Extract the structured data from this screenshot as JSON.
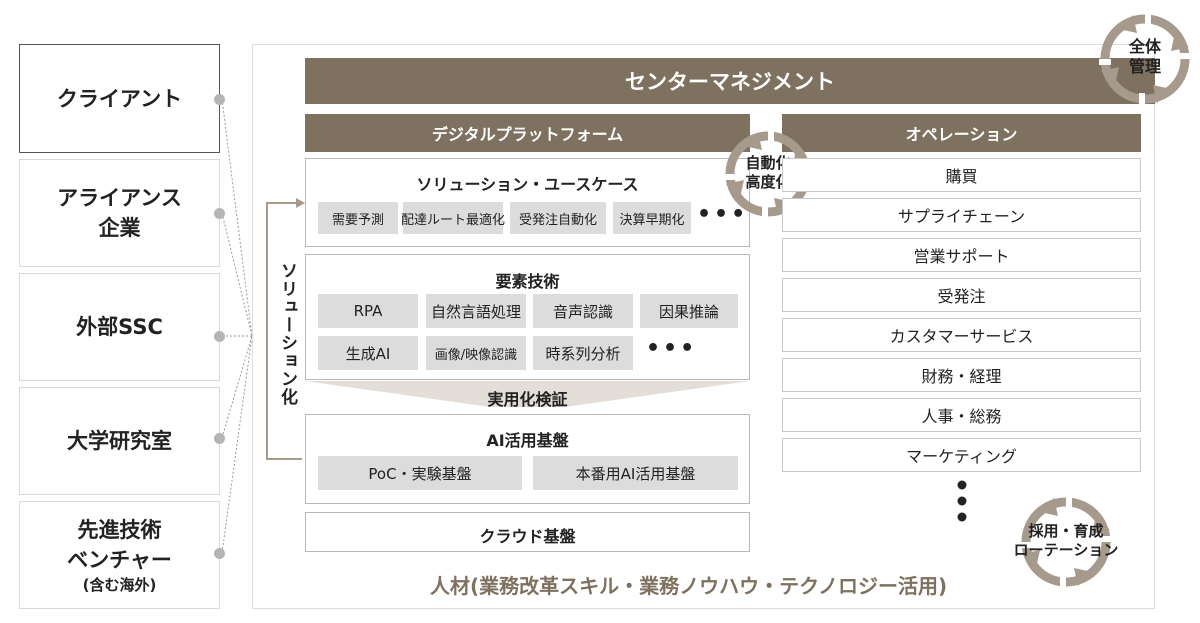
{
  "left_entities": [
    {
      "label": "クライアント",
      "sub": ""
    },
    {
      "label": "アライアンス\n企業",
      "sub": ""
    },
    {
      "label": "外部SSC",
      "sub": ""
    },
    {
      "label": "大学研究室",
      "sub": ""
    },
    {
      "label": "先進技術\nベンチャー",
      "sub": "(含む海外)"
    }
  ],
  "center_management": "センターマネジメント",
  "overall_management": "全体\n管理",
  "digital_platform": {
    "header": "デジタルプラットフォーム",
    "solutions": {
      "title": "ソリューション・ユースケース",
      "items": [
        "需要予測",
        "配達ルート最適化",
        "受発注自動化",
        "決算早期化"
      ],
      "more": "•••"
    },
    "automation_cycle": "自動化\n高度化",
    "elements": {
      "title": "要素技術",
      "items": [
        "RPA",
        "自然言語処理",
        "音声認識",
        "因果推論",
        "生成AI",
        "画像/映像認識",
        "時系列分析"
      ],
      "more": "•••"
    },
    "verification": "実用化検証",
    "ai_base": {
      "title": "AI活用基盤",
      "items": [
        "PoC・実験基盤",
        "本番用AI活用基盤"
      ]
    },
    "cloud": "クラウド基盤",
    "solutionize": "ソリューション化"
  },
  "operations": {
    "header": "オペレーション",
    "items": [
      "購買",
      "サプライチェーン",
      "営業サポート",
      "受発注",
      "カスタマーサービス",
      "財務・経理",
      "人事・総務",
      "マーケティング"
    ]
  },
  "recruit_cycle": "採用・育成\nローテーション",
  "talent": "人材(業務改革スキル・業務ノウハウ・テクノロジー活用)",
  "colors": {
    "accent": "#7e715f",
    "chip": "#dcdcdc",
    "cycle": "#a59a8c"
  }
}
